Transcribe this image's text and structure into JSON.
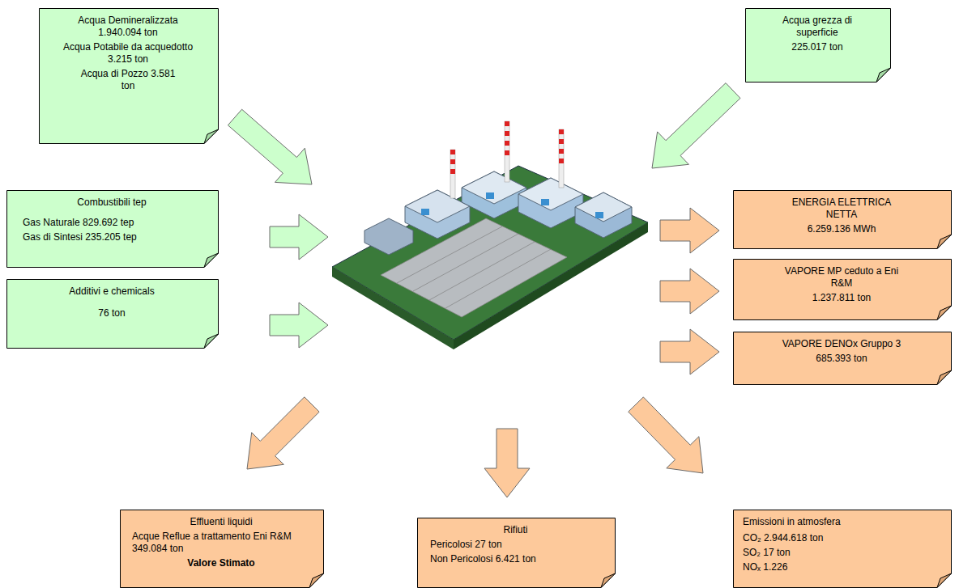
{
  "diagram": {
    "nodes": [
      {
        "text": [
          "Acqua Demineralizzata 1.940.094 ton",
          "Acqua Potabile da acquedotto 3.215 ton",
          "Acqua di Pozzo 3.581 ton"
        ]
      },
      {
        "text": [
          "Acqua grezza di superficie",
          "225.017 ton"
        ]
      },
      {
        "text": [
          "Combustibili tep",
          "Gas Naturale 829.692 tep",
          "Gas di Sintesi 235.205 tep"
        ]
      },
      {
        "text": [
          "Additivi e chemicals",
          "76 ton"
        ]
      },
      {
        "text": [
          "ENERGIA ELETTRICA NETTA",
          "6.259.136 MWh"
        ]
      },
      {
        "text": [
          "VAPORE MP ceduto a Eni R&M",
          "1.237.811 ton"
        ]
      },
      {
        "text": [
          "VAPORE DENOx Gruppo 3",
          "685.393 ton"
        ]
      },
      {
        "text": [
          "Effluenti liquidi",
          "Acque Reflue a trattamento Eni R&M 349.084 ton",
          "Valore Stimato"
        ]
      },
      {
        "text": [
          "Rifiuti",
          "Pericolosi 27 ton",
          "Non Pericolosi 6.421 ton"
        ]
      },
      {
        "text": [
          "Emissioni in atmosfera",
          "CO₂ 2.944.618 ton",
          "SO₂ 17 ton",
          "NOₓ 1.226"
        ]
      }
    ]
  }
}
